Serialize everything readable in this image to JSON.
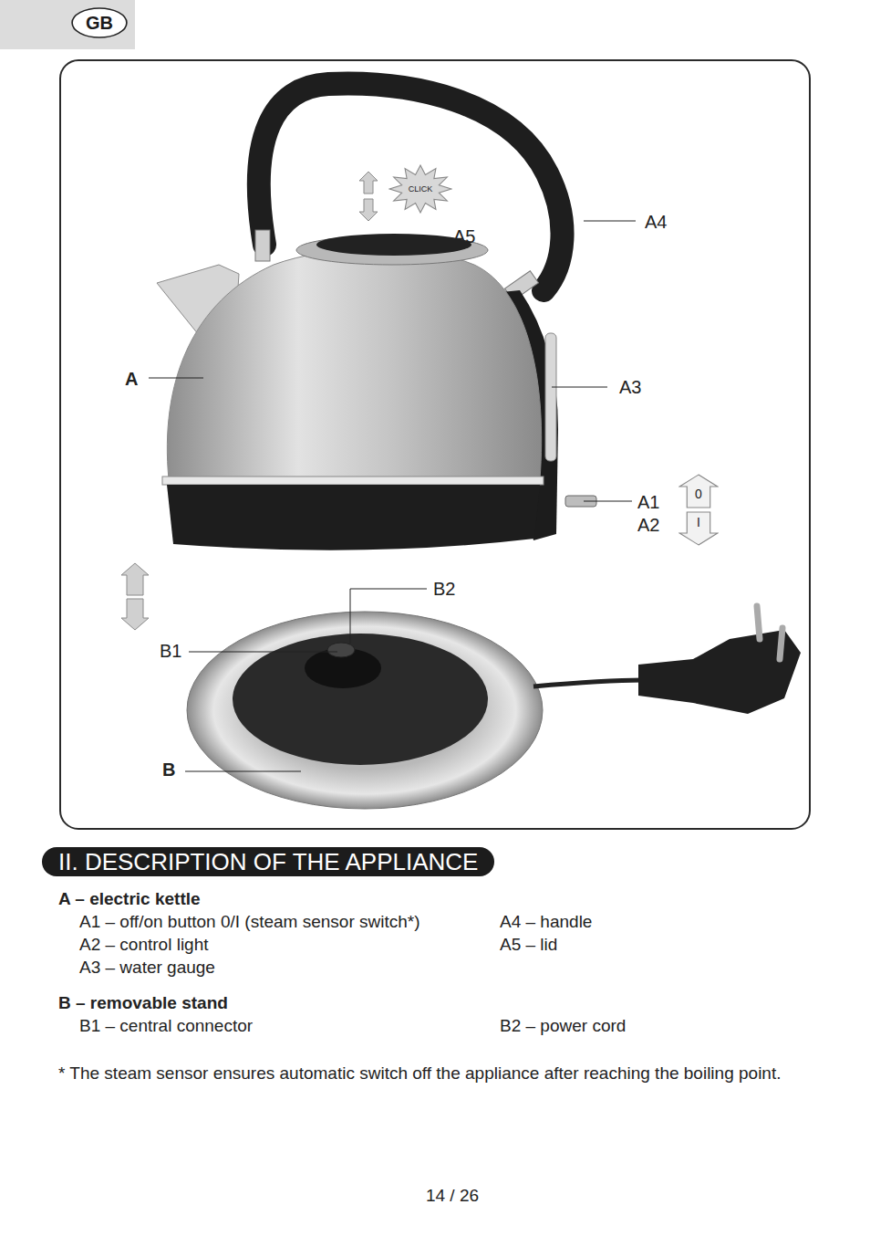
{
  "diagram": {
    "title": "II. DESCRIPTION OF THE APPLIANCE",
    "nodes": [
      {
        "text": [
          "GB"
        ]
      },
      {
        "text": [
          "CLICK"
        ]
      },
      {
        "text": [
          "0"
        ]
      },
      {
        "text": [
          "I"
        ]
      }
    ],
    "labels": [
      "A5",
      "A4",
      "A",
      "A3",
      "A1",
      "A2",
      "B2",
      "B1",
      "B",
      "A – electric kettle",
      "A1 – off/on button 0/I (steam sensor switch*)",
      "A4 – handle",
      "A2 – control light",
      "A5 – lid",
      "A3 – water gauge",
      "B – removable stand",
      "B1 – central connector",
      "B2 – power cord",
      "* The steam sensor ensures automatic switch off the appliance after reaching the boiling point.",
      "14 / 26"
    ]
  }
}
